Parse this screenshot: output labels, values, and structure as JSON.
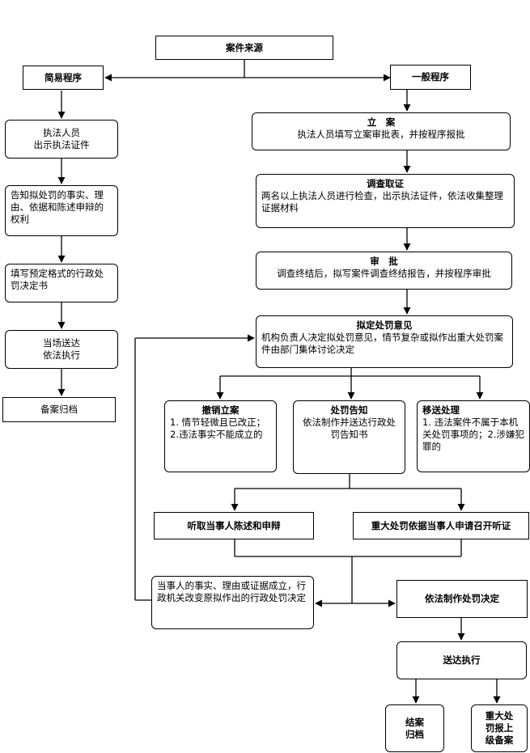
{
  "source": "案件来源",
  "simple": {
    "title": "简易程序",
    "steps": [
      "执法人员\n出示执法证件",
      "告知拟处罚的事实、理由、依据和陈述申辩的权利",
      "填写预定格式的行政处罚决定书",
      "当场送达\n依法执行",
      "备案归档"
    ]
  },
  "general": {
    "title": "一般程序",
    "filing": {
      "title": "立　案",
      "desc": "执法人员填写立案审批表，并按程序报批"
    },
    "investigate": {
      "title": "调查取证",
      "desc": "两名以上执法人员进行检查，出示执法证件，依法收集整理证据材料"
    },
    "review": {
      "title": "审　批",
      "desc": "调查终结后，拟写案件调查终结报告，并按程序审批"
    },
    "opinion": {
      "title": "拟定处罚意见",
      "desc": "机构负责人决定拟处罚意见，情节复杂或拟作出重大处罚案件由部门集体讨论决定"
    },
    "revoke": {
      "title": "撤销立案",
      "desc": "1. 情节轻微且已改正；2.违法事实不能成立的"
    },
    "notify": {
      "title": "处罚告知",
      "desc": "依法制作并送达行政处罚告知书"
    },
    "transfer": {
      "title": "移送处理",
      "desc": "1. 违法案件不属于本机关处罚事项的；2.涉嫌犯罪的"
    },
    "hearing_statement": "听取当事人陈述和申辩",
    "hearing_major": "重大处罚依据当事人申请召开听证",
    "change_decision": "当事人的事实、理由或证据成立，行政机关改变原拟作出的行政处罚决定",
    "make_decision": "依法制作处罚决定",
    "deliver": "送达执行",
    "close": "结案\n归档",
    "major_report": "重大处\n罚报上\n级备案"
  }
}
